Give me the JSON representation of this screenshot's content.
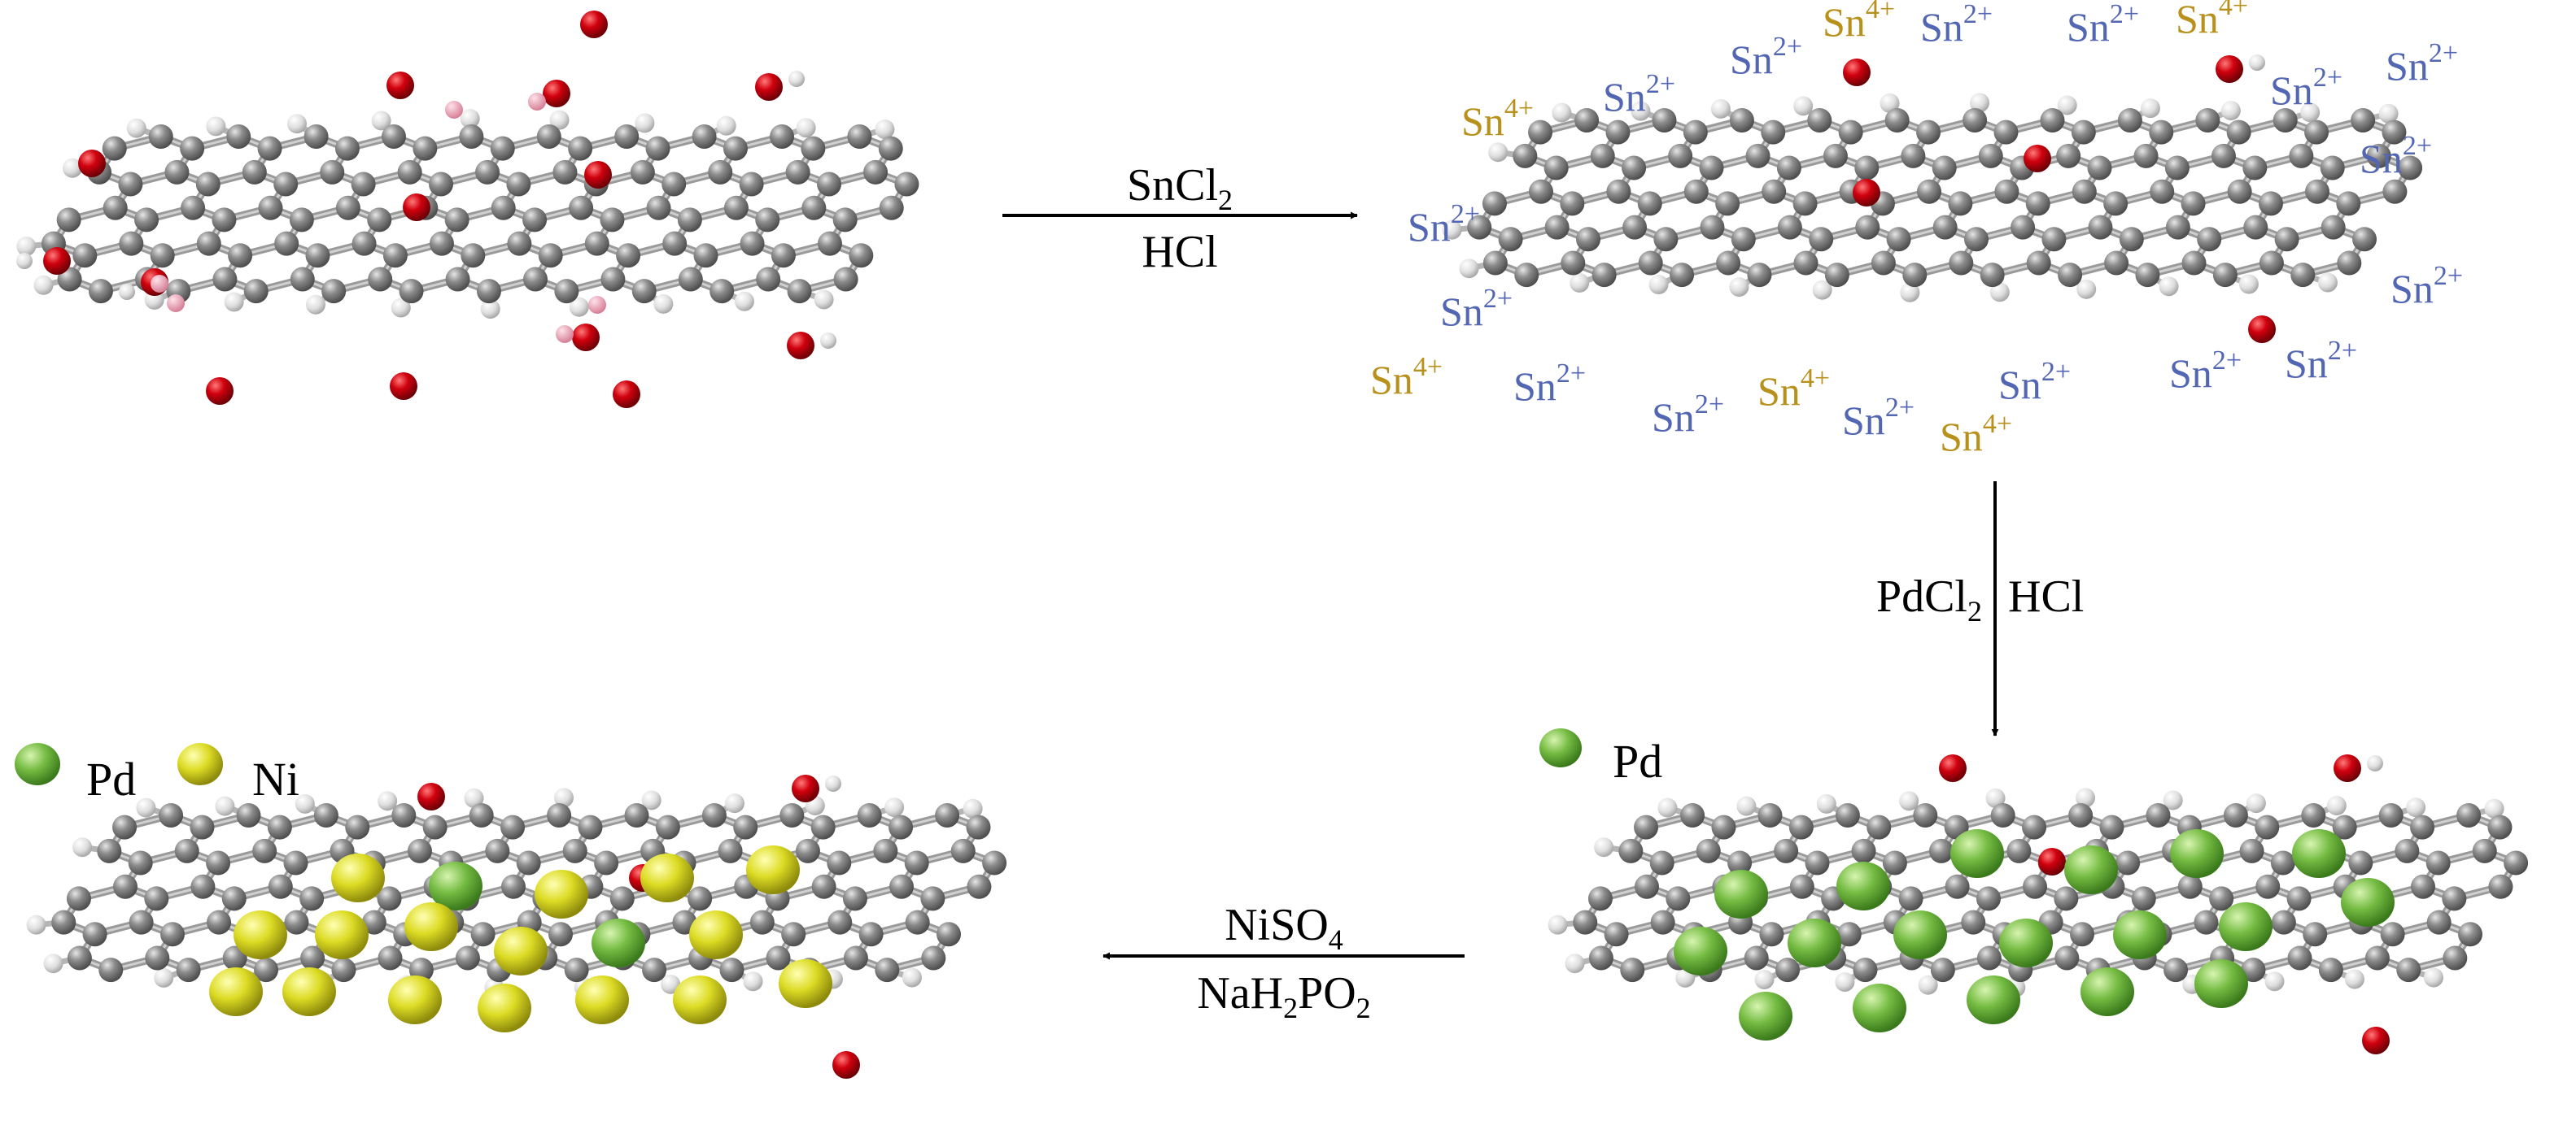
{
  "colors": {
    "carbon": "#7d7d7d",
    "carbon_light": "#c9c9c9",
    "hydrogen": "#dcdcdc",
    "oxygen": "#c3000c",
    "oxygen_light": "#ff5a5a",
    "pink": "#e8a0b0",
    "sn2": "#5266b3",
    "sn4": "#b8901c",
    "pd": "#6ab43a",
    "pd_light": "#c8ec9a",
    "ni": "#d8d61e",
    "ni_light": "#fbfb9a",
    "arrow": "#000000"
  },
  "steps": {
    "step1": {
      "reagent_top": "SnCl",
      "reagent_top_sub": "2",
      "reagent_bottom": "HCl"
    },
    "step2": {
      "reagent_left": "PdCl",
      "reagent_left_sub": "2",
      "reagent_right": "HCl"
    },
    "step3": {
      "reagent_top_main": "NiSO",
      "reagent_top_sub": "4",
      "reagent_bottom_a": "NaH",
      "reagent_bottom_sub_a": "2",
      "reagent_bottom_b": "PO",
      "reagent_bottom_sub_b": "2"
    }
  },
  "ions": {
    "sn2_base": "Sn",
    "sn2_charge": "2+",
    "sn4_base": "Sn",
    "sn4_charge": "4+"
  },
  "legend": {
    "pd_label": "Pd",
    "ni_label": "Ni"
  }
}
